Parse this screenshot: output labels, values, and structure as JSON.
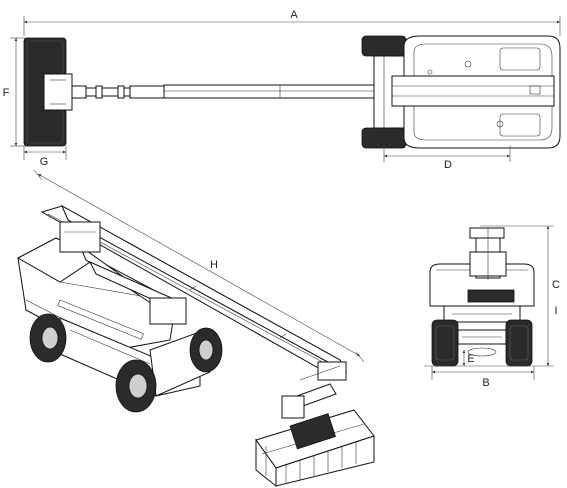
{
  "figure": {
    "labels": {
      "A": "A",
      "B": "B",
      "C": "C",
      "D": "D",
      "E": "E",
      "F": "F",
      "G": "G",
      "H": "H",
      "I": "I"
    },
    "views": [
      "top-view",
      "perspective-view",
      "rear-view"
    ]
  }
}
